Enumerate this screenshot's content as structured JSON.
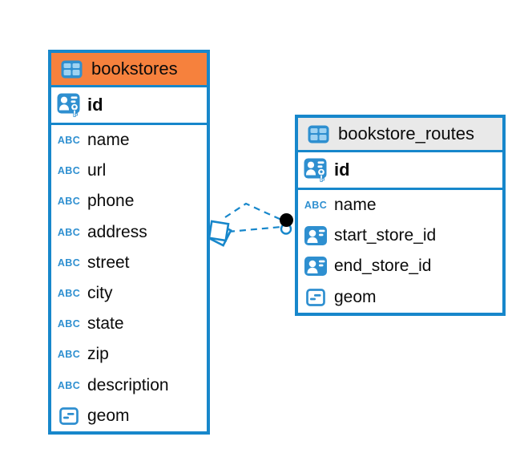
{
  "colors": {
    "accent_blue": "#1787CB",
    "icon_blue": "#2E8FD0",
    "icon_cell_blue": "#9ED2F2",
    "bookstores_header_bg": "#F6813D",
    "routes_header_bg": "#E9E9E9",
    "background": "#FFFFFF",
    "text": "#0B0B0B",
    "dot_black": "#000000"
  },
  "labels": {
    "text_type": "ABC"
  },
  "tables": [
    {
      "name": "bookstores",
      "header_icon": "table-icon",
      "columns": [
        {
          "name": "id",
          "icon": "primary-key-icon",
          "primary": true
        },
        {
          "name": "name",
          "icon": "text-type-icon"
        },
        {
          "name": "url",
          "icon": "text-type-icon"
        },
        {
          "name": "phone",
          "icon": "text-type-icon"
        },
        {
          "name": "address",
          "icon": "text-type-icon"
        },
        {
          "name": "street",
          "icon": "text-type-icon"
        },
        {
          "name": "city",
          "icon": "text-type-icon"
        },
        {
          "name": "state",
          "icon": "text-type-icon"
        },
        {
          "name": "zip",
          "icon": "text-type-icon"
        },
        {
          "name": "description",
          "icon": "text-type-icon"
        },
        {
          "name": "geom",
          "icon": "geometry-type-icon"
        }
      ]
    },
    {
      "name": "bookstore_routes",
      "header_icon": "table-icon",
      "columns": [
        {
          "name": "id",
          "icon": "primary-key-icon",
          "primary": true
        },
        {
          "name": "name",
          "icon": "text-type-icon"
        },
        {
          "name": "start_store_id",
          "icon": "id-ref-icon"
        },
        {
          "name": "end_store_id",
          "icon": "id-ref-icon"
        },
        {
          "name": "geom",
          "icon": "geometry-type-icon"
        }
      ]
    }
  ],
  "relationship": {
    "from_table": "bookstores",
    "from_column": "id",
    "to_table": "bookstore_routes",
    "line_style": "dashed"
  }
}
